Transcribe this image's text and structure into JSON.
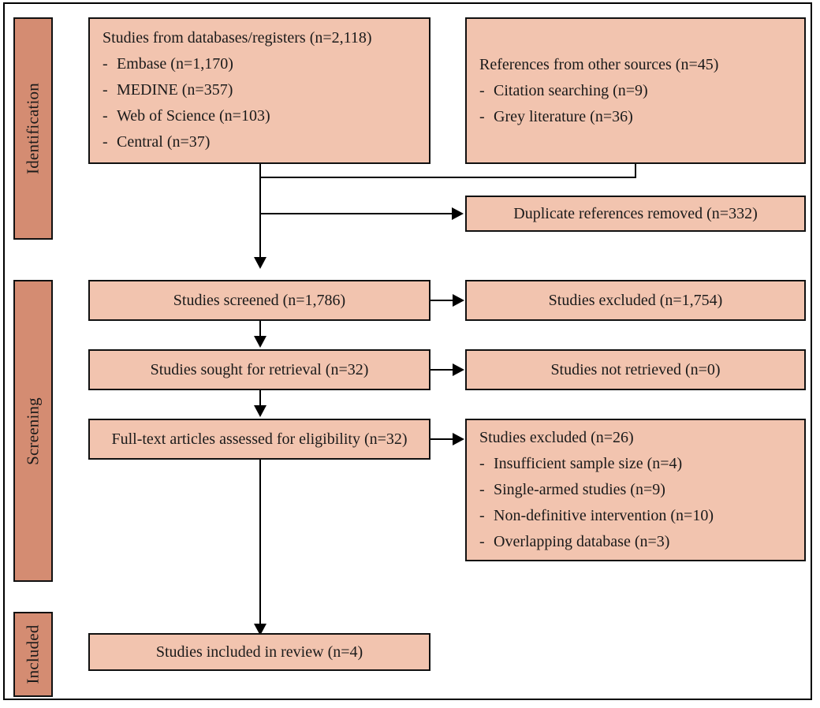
{
  "diagram": {
    "title": "PRISMA study selection flow diagram",
    "colors": {
      "box_fill": "#F2C4AF",
      "stage_fill": "#D48C72",
      "border": "#111111",
      "line": "#000000",
      "background": "#FFFFFF"
    }
  },
  "stages": [
    {
      "label": "Identification"
    },
    {
      "label": "Screening"
    },
    {
      "label": "Included"
    }
  ],
  "boxes": {
    "databases": {
      "head": "Studies from databases/registers (n=2,118)",
      "items": [
        {
          "dash": "-",
          "text": "Embase (n=1,170)"
        },
        {
          "dash": "-",
          "text": "MEDINE (n=357)"
        },
        {
          "dash": "-",
          "text": "Web of Science (n=103)"
        },
        {
          "dash": "-",
          "text": "Central (n=37)"
        }
      ]
    },
    "other_sources": {
      "head": "References from other sources (n=45)",
      "items": [
        {
          "dash": "-",
          "text": "Citation searching (n=9)"
        },
        {
          "dash": "-",
          "text": "Grey literature (n=36)"
        }
      ]
    },
    "duplicates_removed": {
      "text": "Duplicate references removed (n=332)"
    },
    "screened": {
      "text": "Studies screened (n=1,786)"
    },
    "screen_excluded": {
      "text": "Studies excluded (n=1,754)"
    },
    "sought": {
      "text": "Studies sought for retrieval (n=32)"
    },
    "not_retrieved": {
      "text": "Studies not retrieved (n=0)"
    },
    "fulltext": {
      "text": "Full-text articles assessed for eligibility (n=32)"
    },
    "fulltext_excluded": {
      "head": "Studies excluded (n=26)",
      "items": [
        {
          "dash": "-",
          "text": "Insufficient sample size (n=4)"
        },
        {
          "dash": "-",
          "text": "Single-armed studies (n=9)"
        },
        {
          "dash": "-",
          "text": "Non-definitive intervention (n=10)"
        },
        {
          "dash": "-",
          "text": "Overlapping database (n=3)"
        }
      ]
    },
    "included": {
      "text": "Studies included in review (n=4)"
    }
  }
}
